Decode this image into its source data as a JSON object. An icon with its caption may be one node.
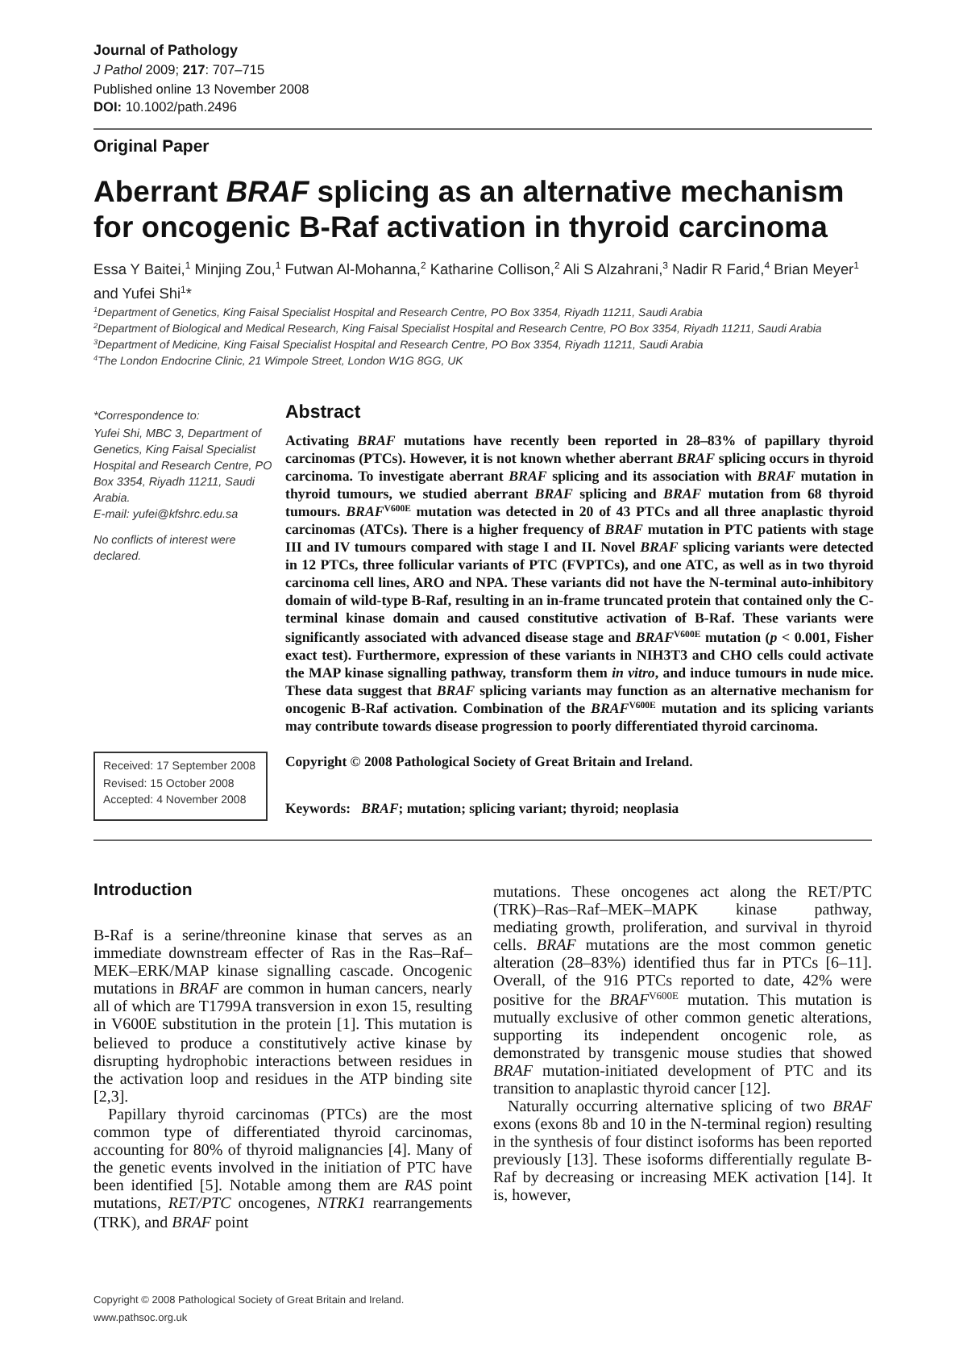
{
  "diagram": {
    "title": "Aberrant *BRAF* splicing as an alternative mechanism for oncogenic B-Raf activation in thyroid carcinoma",
    "nodes": [
      {
        "text": [
          "Received: 17 September 2008",
          "Revised: 15 October 2008",
          "Accepted: 4 November 2008"
        ]
      }
    ],
    "labels": [
      "Journal of Pathology",
      "*J Pathol* 2009; **217**: 707–715",
      "Published online 13 November 2008",
      "**DOI:** 10.1002/path.2496",
      "Original Paper",
      "Essa Y Baitei,$^{1}$ Minjing Zou,$^{1}$ Futwan Al-Mohanna,$^{2}$ Katharine Collison,$^{2}$ Ali S Alzahrani,$^{3}$ Nadir R Farid,$^{4}$ Brian Meyer$^{1}$ and Yufei Shi$^{1}$*",
      "$^{1}$Department of Genetics, King Faisal Specialist Hospital and Research Centre, PO Box 3354, Riyadh 11211, Saudi Arabia",
      "$^{2}$Department of Biological and Medical Research, King Faisal Specialist Hospital and Research Centre, PO Box 3354, Riyadh 11211, Saudi Arabia",
      "$^{3}$Department of Medicine, King Faisal Specialist Hospital and Research Centre, PO Box 3354, Riyadh 11211, Saudi Arabia",
      "$^{4}$The London Endocrine Clinic, 21 Wimpole Street, London W1G 8GG, UK",
      "*Correspondence to:",
      "Yufei Shi, MBC 3, Department of Genetics, King Faisal Specialist Hospital and Research Centre, PO Box 3354, Riyadh 11211, Saudi Arabia.",
      "E-mail: yufei@kfshrc.edu.sa",
      "No conflicts of interest were declared.",
      "Abstract",
      "Activating *BRAF* mutations have recently been reported in 28–83% of papillary thyroid carcinomas (PTCs). However, it is not known whether aberrant *BRAF* splicing occurs in thyroid carcinoma. To investigate aberrant *BRAF* splicing and its association with *BRAF* mutation in thyroid tumours, we studied aberrant *BRAF* splicing and *BRAF* mutation from 68 thyroid tumours. *BRAF*$^{V600E}$ mutation was detected in 20 of 43 PTCs and all three anaplastic thyroid carcinomas (ATCs). There is a higher frequency of *BRAF* mutation in PTC patients with stage III and IV tumours compared with stage I and II. Novel *BRAF* splicing variants were detected in 12 PTCs, three follicular variants of PTC (FVPTCs), and one ATC, as well as in two thyroid carcinoma cell lines, ARO and NPA. These variants did not have the N-terminal auto-inhibitory domain of wild-type B-Raf, resulting in an in-frame truncated protein that contained only the C-terminal kinase domain and caused constitutive activation of B-Raf. These variants were significantly associated with advanced disease stage and *BRAF*$^{V600E}$ mutation (*p* < 0.001, Fisher exact test). Furthermore, expression of these variants in NIH3T3 and CHO cells could activate the MAP kinase signalling pathway, transform them *in vitro*, and induce tumours in nude mice. These data suggest that *BRAF* splicing variants may function as an alternative mechanism for oncogenic B-Raf activation. Combination of the *BRAF*$^{V600E}$ mutation and its splicing variants may contribute towards disease progression to poorly differentiated thyroid carcinoma.",
      "Copyright © 2008 Pathological Society of Great Britain and Ireland.",
      "Keywords:   *BRAF*; mutation; splicing variant; thyroid; neoplasia",
      "Introduction",
      "B-Raf is a serine/threonine kinase that serves as an immediate downstream effecter of Ras in the Ras–Raf–MEK–ERK/MAP kinase signalling cascade. Oncogenic mutations in *BRAF* are common in human cancers, nearly all of which are T1799A transversion in exon 15, resulting in V600E substitution in the protein [1]. This mutation is believed to produce a constitutively active kinase by disrupting hydrophobic interactions between residues in the activation loop and residues in the ATP binding site [2,3].",
      "Papillary thyroid carcinomas (PTCs) are the most common type of differentiated thyroid carcinomas, accounting for 80% of thyroid malignancies [4]. Many of the genetic events involved in the initiation of PTC have been identified [5]. Notable among them are *RAS* point mutations, *RET/PTC* oncogenes, *NTRK1* rearrangements (TRK), and *BRAF* point",
      "mutations. These oncogenes act along the RET/PTC (TRK)–Ras–Raf–MEK–MAPK kinase pathway, mediating growth, proliferation, and survival in thyroid cells. *BRAF* mutations are the most common genetic alteration (28–83%) identified thus far in PTCs [6–11]. Overall, of the 916 PTCs reported to date, 42% were positive for the *BRAF*$^{V600E}$ mutation. This mutation is mutually exclusive of other common genetic alterations, supporting its independent oncogenic role, as demonstrated by transgenic mouse studies that showed *BRAF* mutation-initiated development of PTC and its transition to anaplastic thyroid cancer [12].",
      "Naturally occurring alternative splicing of two *BRAF* exons (exons 8b and 10 in the N-terminal region) resulting in the synthesis of four distinct isoforms has been reported previously [13]. These isoforms differentially regulate B-Raf by decreasing or increasing MEK activation [14]. It is, however,",
      "Copyright © 2008 Pathological Society of Great Britain and Ireland.",
      "www.pathsoc.org.uk"
    ]
  }
}
